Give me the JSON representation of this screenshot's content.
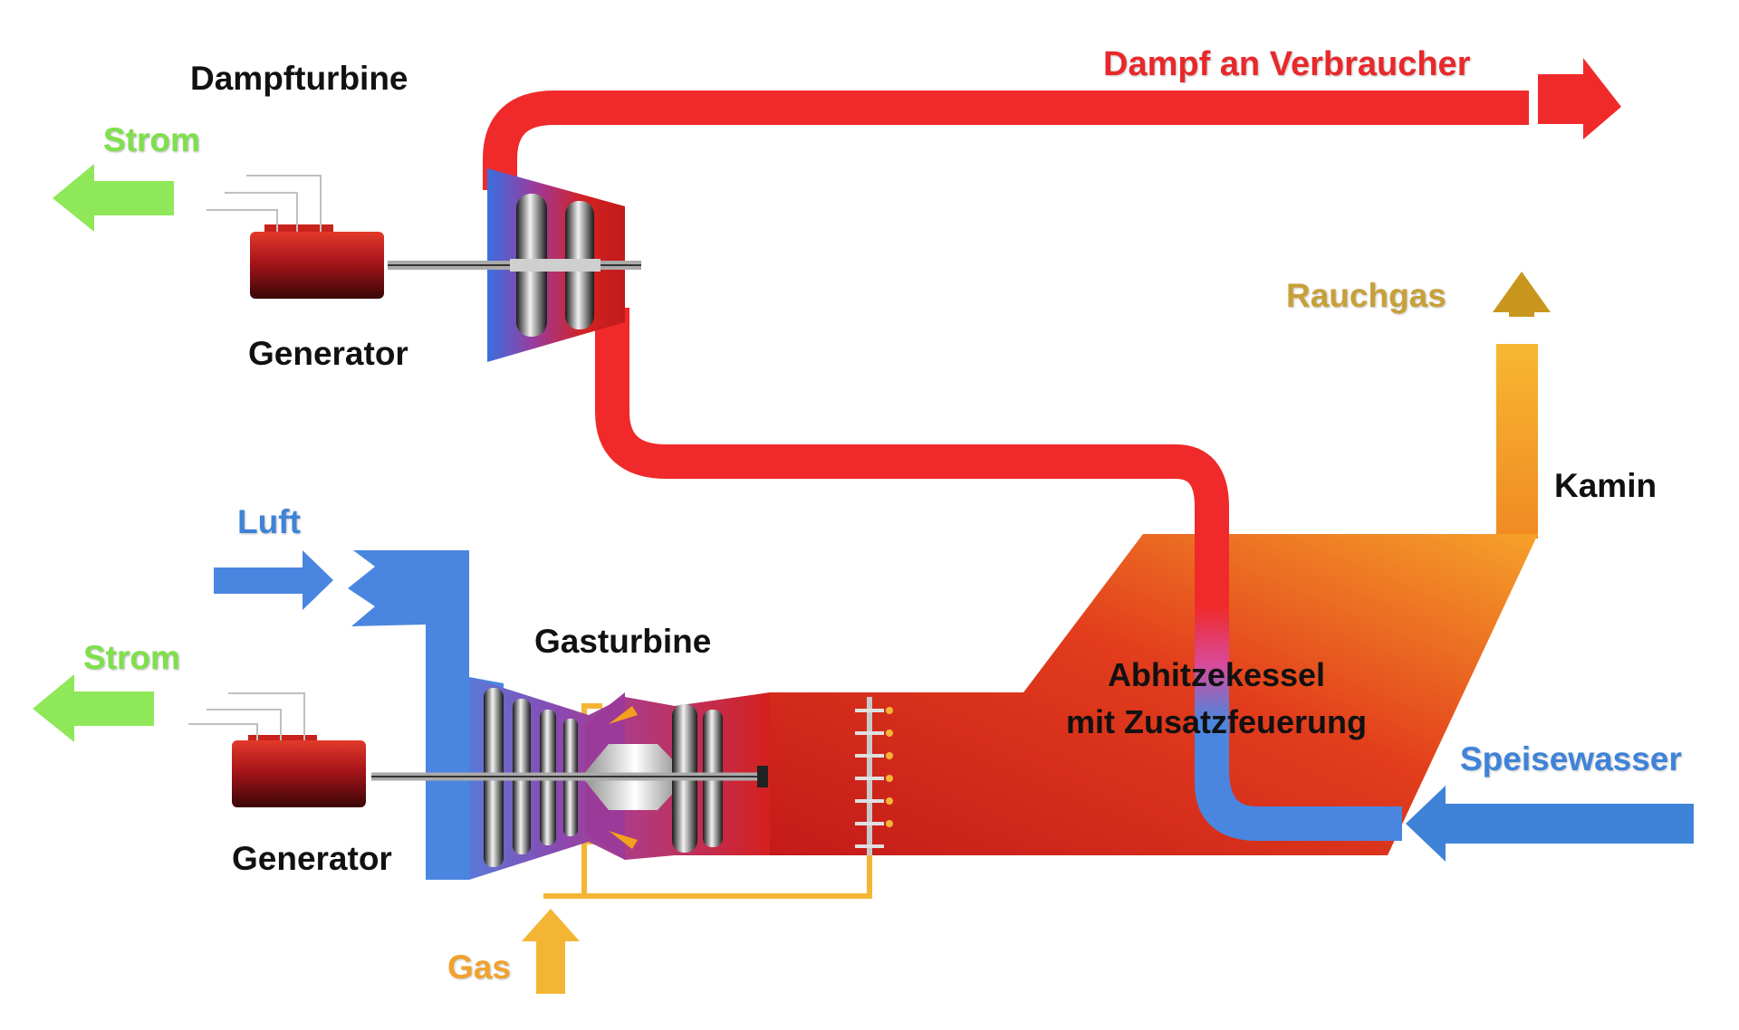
{
  "labels": {
    "steam_turbine": "Dampfturbine",
    "steam_to_consumer": "Dampf an Verbraucher",
    "power_top": "Strom",
    "generator_top": "Generator",
    "flue_gas": "Rauchgas",
    "chimney": "Kamin",
    "air": "Luft",
    "power_bottom": "Strom",
    "gas_turbine": "Gasturbine",
    "boiler_line1": "Abhitzekessel",
    "boiler_line2": "mit Zusatzfeuerung",
    "feedwater": "Speisewasser",
    "generator_bottom": "Generator",
    "gas": "Gas"
  },
  "colors": {
    "steam": "#f02a2a",
    "power": "#8ee85a",
    "air": "#4a86e0",
    "feedwater": "#3f83d8",
    "flue_gas": "#c8961c",
    "gas": "#f5b534",
    "boiler": "#d8281e"
  }
}
